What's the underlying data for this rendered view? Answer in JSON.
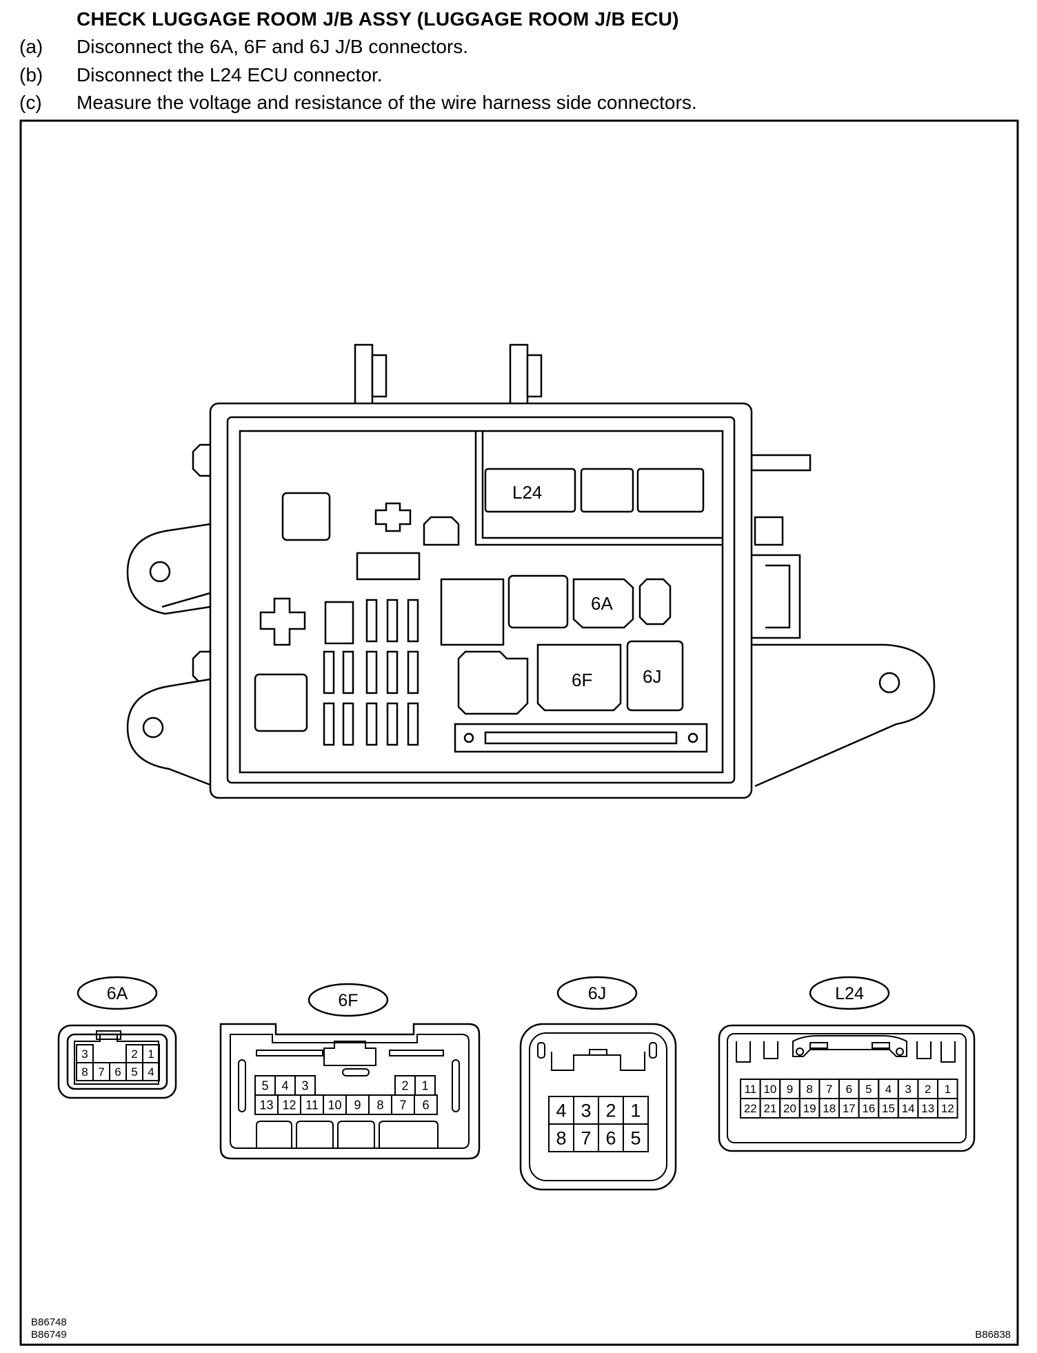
{
  "title": "CHECK LUGGAGE ROOM J/B ASSY (LUGGAGE ROOM J/B ECU)",
  "steps": [
    {
      "label": "(a)",
      "text": "Disconnect the 6A, 6F and 6J J/B connectors."
    },
    {
      "label": "(b)",
      "text": "Disconnect the L24 ECU connector."
    },
    {
      "label": "(c)",
      "text": "Measure the voltage and resistance of the wire harness side connectors."
    }
  ],
  "jb_labels": {
    "l24": "L24",
    "c6a": "6A",
    "c6f": "6F",
    "c6j": "6J"
  },
  "connectors": {
    "c6a": {
      "name": "6A",
      "top": [
        "3",
        "2",
        "1"
      ],
      "bottom": [
        "8",
        "7",
        "6",
        "5",
        "4"
      ]
    },
    "c6f": {
      "name": "6F",
      "top": [
        "5",
        "4",
        "3",
        "2",
        "1"
      ],
      "bottom": [
        "13",
        "12",
        "11",
        "10",
        "9",
        "8",
        "7",
        "6"
      ]
    },
    "c6j": {
      "name": "6J",
      "top": [
        "4",
        "3",
        "2",
        "1"
      ],
      "bottom": [
        "8",
        "7",
        "6",
        "5"
      ]
    },
    "l24": {
      "name": "L24",
      "top": [
        "11",
        "10",
        "9",
        "8",
        "7",
        "6",
        "5",
        "4",
        "3",
        "2",
        "1"
      ],
      "bottom": [
        "22",
        "21",
        "20",
        "19",
        "18",
        "17",
        "16",
        "15",
        "14",
        "13",
        "12"
      ]
    }
  },
  "codes": {
    "left1": "B86748",
    "left2": "B86749",
    "right": "B86838"
  }
}
